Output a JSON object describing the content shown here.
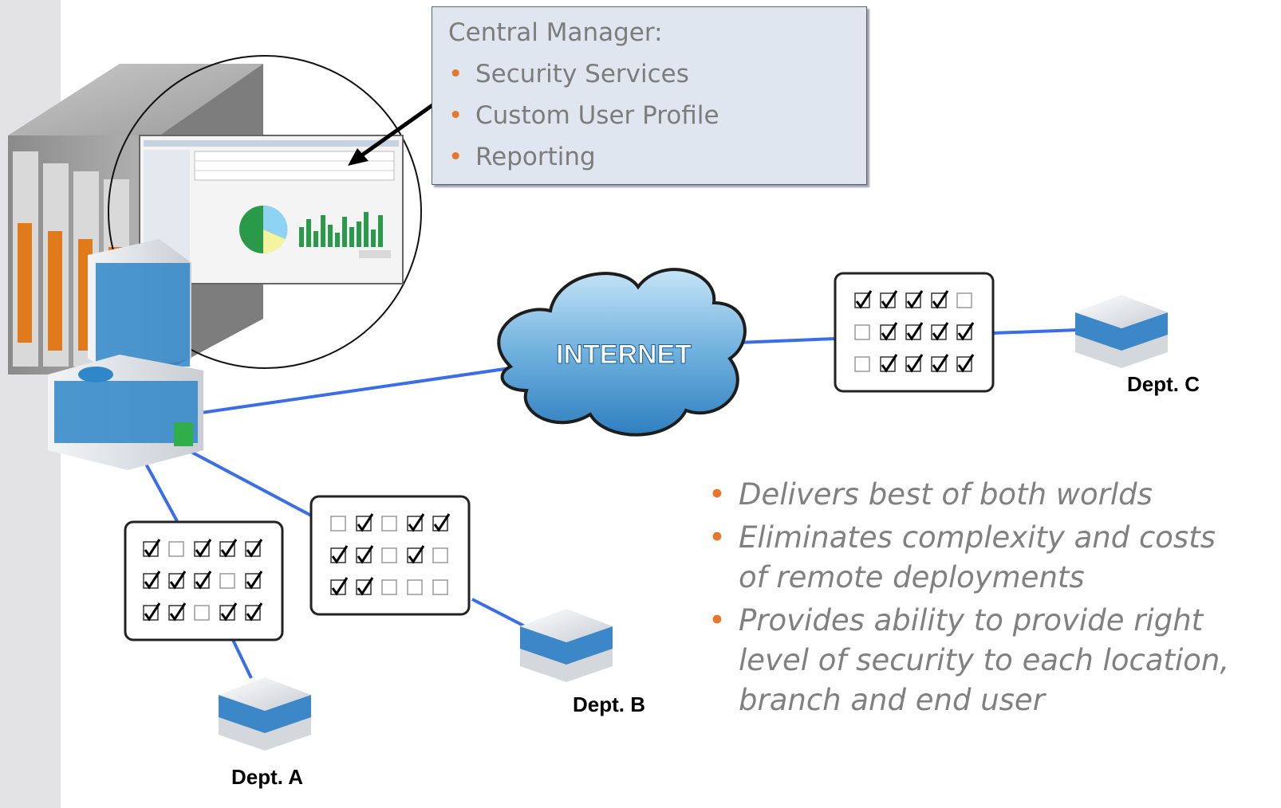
{
  "callout": {
    "title": "Central Manager:",
    "items": [
      "Security Services",
      "Custom User Profile",
      "Reporting"
    ]
  },
  "cloud_label": "INTERNET",
  "departments": {
    "a": "Dept. A",
    "b": "Dept. B",
    "c": "Dept. C"
  },
  "checklists": {
    "dept_a": [
      [
        1,
        0,
        1,
        1,
        1
      ],
      [
        1,
        1,
        1,
        0,
        1
      ],
      [
        1,
        1,
        0,
        1,
        1
      ]
    ],
    "dept_b": [
      [
        0,
        1,
        0,
        1,
        1
      ],
      [
        1,
        1,
        0,
        1,
        0
      ],
      [
        1,
        1,
        0,
        0,
        0
      ]
    ],
    "dept_c": [
      [
        1,
        1,
        1,
        1,
        0
      ],
      [
        0,
        1,
        1,
        1,
        1
      ],
      [
        0,
        1,
        1,
        1,
        1
      ]
    ]
  },
  "benefits": [
    "Delivers best of both worlds",
    "Eliminates complexity and costs\nof  remote deployments",
    "Provides ability to provide right\nlevel of security to each location,\nbranch and end user"
  ],
  "colors": {
    "link": "#3a6de8",
    "bullet": "#e8772e",
    "text_gray": "#808080",
    "cloud": "#4a8ec9",
    "building": "#2f86c8"
  }
}
